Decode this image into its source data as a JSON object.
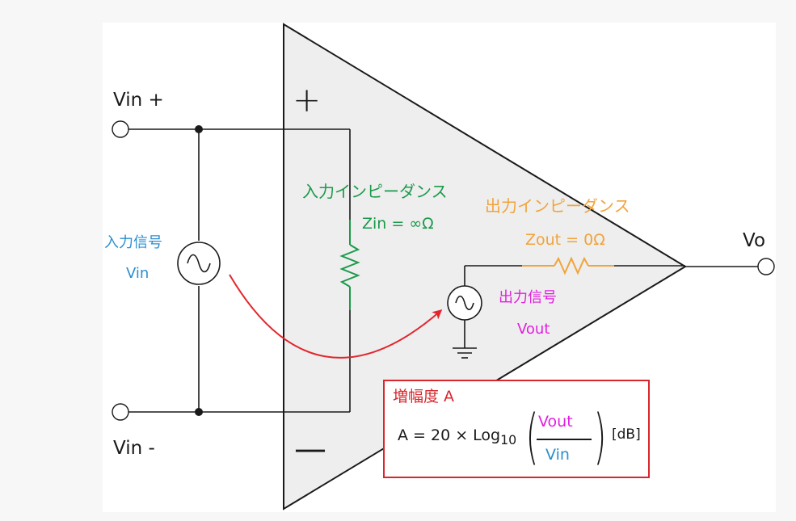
{
  "labels": {
    "vin_plus": "Vin +",
    "vin_minus": "Vin -",
    "plus_sign": "+",
    "minus_sign": "—",
    "vo": "Vo",
    "input_signal_title": "入力信号",
    "input_signal_name": "Vin",
    "input_impedance_title": "入力インピーダンス",
    "input_impedance_value": "Zin = ∞Ω",
    "output_impedance_title": "出力インピーダンス",
    "output_impedance_value": "Zout = 0Ω",
    "output_signal_title": "出力信号",
    "output_signal_name": "Vout"
  },
  "gain_box": {
    "title": "増幅度 A",
    "lhs": "A = 20 × Log",
    "log_base": "10",
    "numerator": "Vout",
    "denominator": "Vin",
    "unit": "[dB]"
  },
  "colors": {
    "triangle_fill": "#eeeeee",
    "wire": "#1a1a1a",
    "input_impedance": "#1b9a4b",
    "output_impedance": "#f2a33a",
    "input_signal": "#2b8fd0",
    "output_signal": "#e31ee0",
    "arrow": "#e2262e"
  }
}
